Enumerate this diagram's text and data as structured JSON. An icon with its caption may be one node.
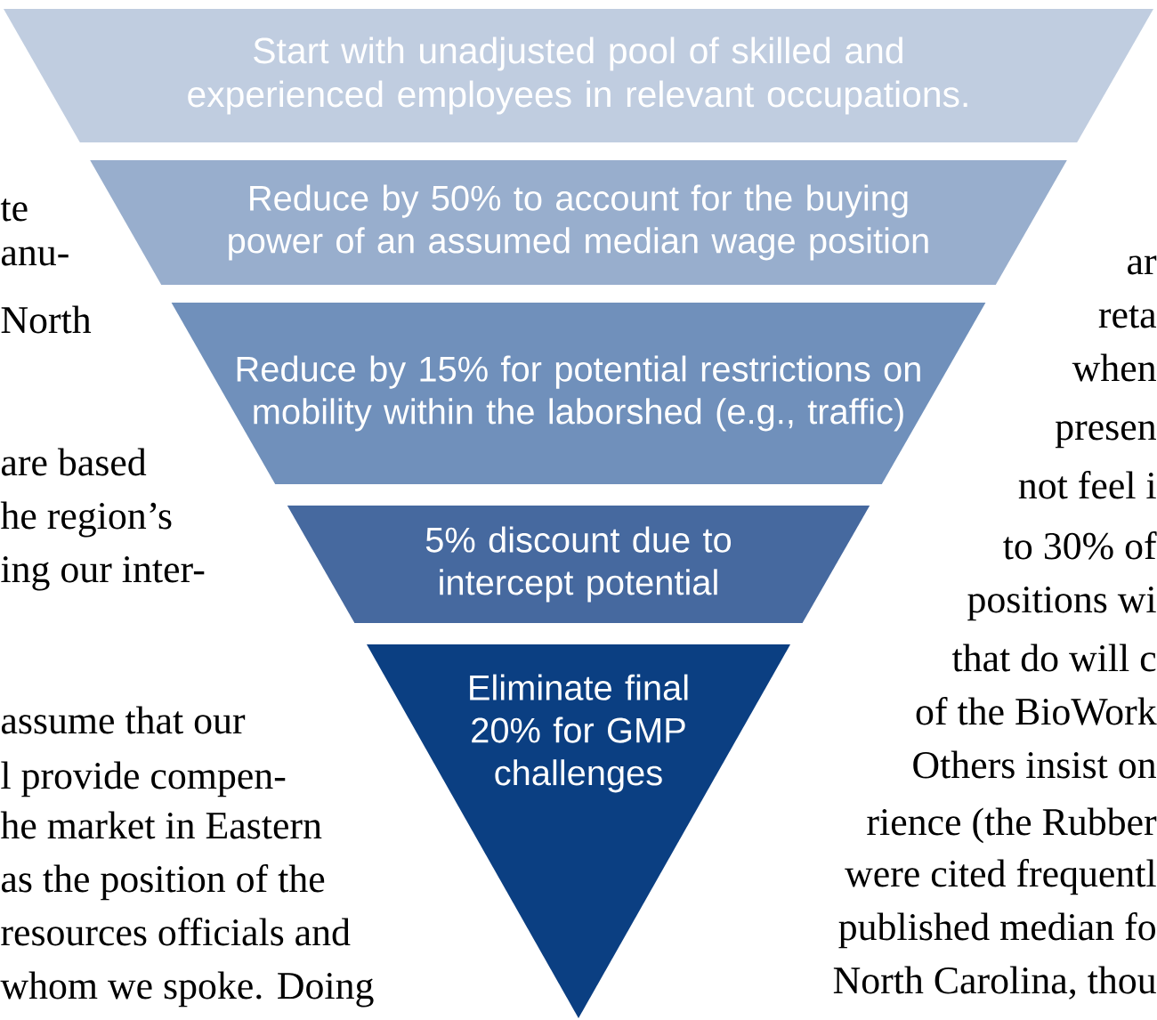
{
  "diagram": {
    "nodes": [
      {
        "text": [
          "Start with unadjusted pool of skilled and experienced employees in relevant occupations."
        ]
      },
      {
        "text": [
          "Reduce by 50% to account for the buying power of an assumed median wage position"
        ]
      },
      {
        "text": [
          "Reduce by 15% for potential restrictions on mobility within the laborshed (e.g., traffic)"
        ]
      },
      {
        "text": [
          "5% discount due to intercept potential"
        ]
      },
      {
        "text": [
          "Eliminate final 20% for GMP challenges"
        ]
      }
    ],
    "labels": [
      "te",
      "anu-",
      "North",
      "are based",
      "he region’s",
      "ing our inter-",
      "assume that our",
      "l provide compen-",
      "he market in Eastern",
      "as the position of the",
      "resources officials and",
      "whom we spoke. Doing",
      "ar",
      "reta",
      "when",
      "presen",
      "not feel i",
      "to 30% of",
      "positions wi",
      "that do will c",
      "of the BioWork",
      "Others insist on",
      "rience (the Rubber",
      "were cited frequentl",
      "published median fo",
      "North Carolina, thou"
    ]
  }
}
